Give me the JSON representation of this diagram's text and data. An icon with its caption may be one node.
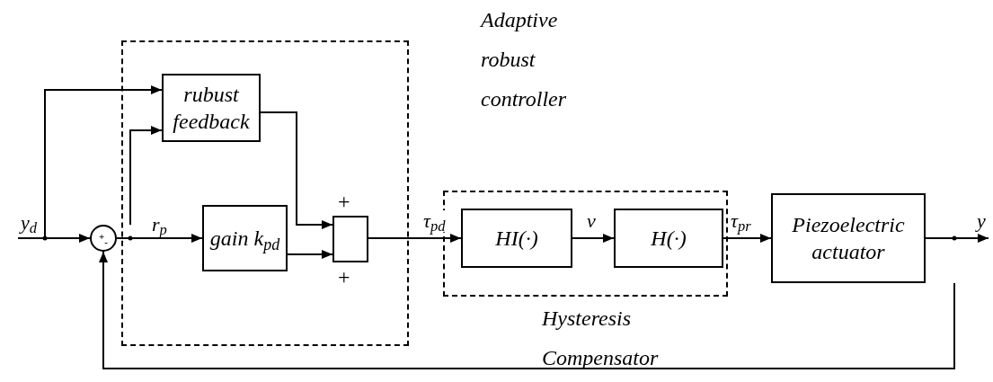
{
  "diagram": {
    "nodes": [
      {
        "text": [
          "Adaptive robust controller"
        ]
      },
      {
        "text": [
          "rubust feedback"
        ],
        "in": 0
      },
      {
        "text": [
          "gain k$_{pd}$"
        ],
        "in": 0
      },
      {
        "text": [],
        "shape": "box",
        "in": 0
      },
      {
        "text": [
          "Hysteresis Compensator"
        ]
      },
      {
        "text": [
          "HI(·)"
        ],
        "in": 4
      },
      {
        "text": [
          "H(·)"
        ],
        "in": 4
      },
      {
        "text": [
          "Piezoelectric actuator"
        ]
      },
      {
        "text": [
          "+",
          "-"
        ]
      }
    ],
    "edges": [
      {
        "from": null,
        "to": 8,
        "arrow": "to",
        "label": "y$_{d}$"
      },
      {
        "from": null,
        "to": 1,
        "arrow": "to"
      },
      {
        "from": 8,
        "to": 2,
        "arrow": "to",
        "label": "r$_{p}$"
      },
      {
        "from": 8,
        "to": 1,
        "arrow": "to"
      },
      {
        "from": 1,
        "to": 3,
        "arrow": "to"
      },
      {
        "from": 2,
        "to": 3,
        "arrow": "to"
      },
      {
        "from": 3,
        "to": 5,
        "arrow": "to",
        "label": "τ$_{pd}$"
      },
      {
        "from": 5,
        "to": 6,
        "arrow": "to",
        "label": "v"
      },
      {
        "from": 6,
        "to": 7,
        "arrow": "to",
        "label": "τ$_{pr}$"
      },
      {
        "from": 7,
        "to": null,
        "arrow": "to",
        "label": "y"
      },
      {
        "from": 7,
        "to": 8,
        "arrow": "to"
      }
    ],
    "labels": [
      "+",
      "+"
    ]
  }
}
